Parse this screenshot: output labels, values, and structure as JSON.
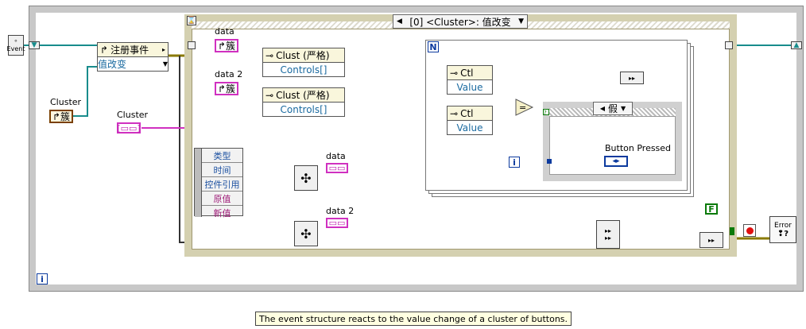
{
  "event_terminal": {
    "label": "Event"
  },
  "register_node": {
    "title": "注册事件",
    "event": "值改变"
  },
  "cluster_ref": {
    "label": "Cluster",
    "value": "簇"
  },
  "cluster_ctrl": {
    "label": "Cluster"
  },
  "event_case_selector": {
    "text": "[0] <Cluster>: 值改变"
  },
  "data_labels": {
    "data": "data",
    "data2": "data 2"
  },
  "ref_data": "簇",
  "ref_data2": "簇",
  "prop_clust": "Clust (严格)",
  "prop_controls": "Controls[]",
  "prop_ctl": "Ctl",
  "prop_value": "Value",
  "event_data": [
    "类型",
    "时间",
    "控件引用",
    "原值",
    "新值"
  ],
  "for_loop_label": "N",
  "case_selector": {
    "text": "假"
  },
  "button_pressed": "Button Pressed",
  "iter_terminal": "i",
  "false_const": "F",
  "error_label": "Error",
  "caption": "The event structure reacts to the value change of a cluster of buttons."
}
